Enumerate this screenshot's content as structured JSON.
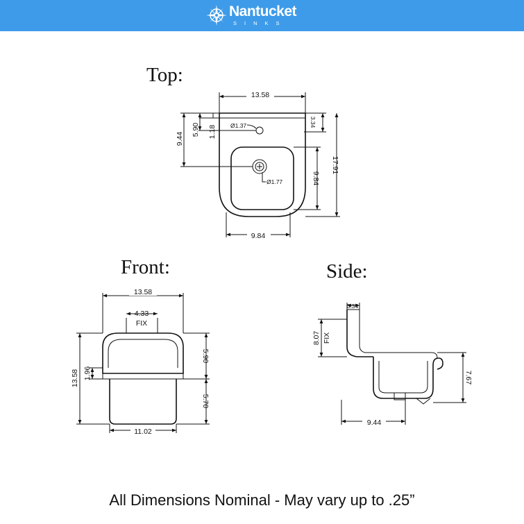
{
  "header": {
    "brand_name": "Nantucket",
    "brand_sub": "SINKS",
    "background_color": "#3d9be9",
    "logo_icon": "compass-rose-icon"
  },
  "views": {
    "top": {
      "label": "Top:",
      "dims": {
        "overall_width": "13.58",
        "faucet_hole_dia": "Ø1.37",
        "deck_depth": "3.34",
        "deck_offset": "1.18",
        "faucet_to_rear": "5.90",
        "drain_to_rear": "9.44",
        "bowl_depth": "9.84",
        "overall_depth": "17.91",
        "drain_dia": "Ø1.77",
        "bowl_width": "9.84"
      }
    },
    "front": {
      "label": "Front:",
      "dims": {
        "overall_width": "13.58",
        "fix_width": "4.33",
        "fix_label": "FIX",
        "rim_height": "5.90",
        "overall_height": "13.58",
        "rim_thickness": "1.96",
        "base_height": "5.70",
        "base_width": "11.02"
      }
    },
    "side": {
      "label": "Side:",
      "dims": {
        "deck_depth": "3.34",
        "fix_height": "8.07",
        "fix_label": "FIX",
        "bowl_height": "7.67",
        "bottom_depth": "9.44"
      }
    }
  },
  "footer": {
    "note": "All Dimensions Nominal - May vary up to .25”"
  }
}
